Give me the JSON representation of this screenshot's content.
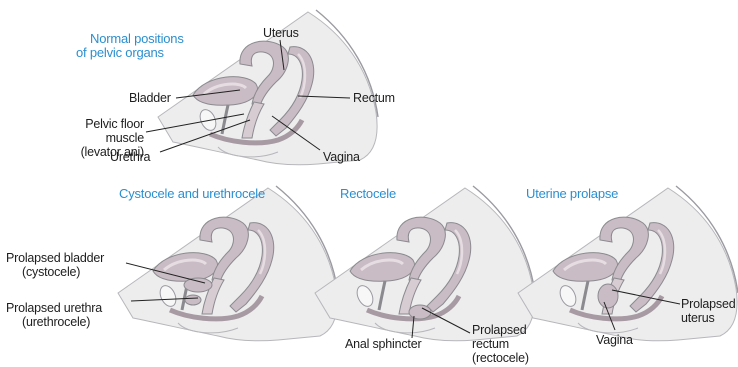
{
  "colors": {
    "title_blue": "#2a8fd0",
    "label_text": "#1e1e1e",
    "organ_fill": "#c9bcc4",
    "organ_light": "#e6dde3",
    "body_fill": "#ededee",
    "outline": "#8b8b8f",
    "leader_line": "#222222"
  },
  "panels": {
    "normal": {
      "title_line1": "Normal positions",
      "title_line2": "of pelvic organs",
      "uterus": "Uterus",
      "bladder": "Bladder",
      "rectum": "Rectum",
      "pelvic_floor_line1": "Pelvic floor",
      "pelvic_floor_line2": "muscle",
      "pelvic_floor_line3": "(levator ani)",
      "urethra": "Urethra",
      "vagina": "Vagina"
    },
    "cystocele": {
      "title": "Cystocele and urethrocele",
      "bladder_line1": "Prolapsed bladder",
      "bladder_line2": "(cystocele)",
      "urethra_line1": "Prolapsed urethra",
      "urethra_line2": "(urethrocele)"
    },
    "rectocele": {
      "title": "Rectocele",
      "anal_sphincter": "Anal sphincter",
      "rectum_line1": "Prolapsed",
      "rectum_line2": "rectum",
      "rectum_line3": "(rectocele)"
    },
    "uterine": {
      "title": "Uterine prolapse",
      "vagina": "Vagina",
      "uterus_line1": "Prolapsed",
      "uterus_line2": "uterus"
    }
  }
}
